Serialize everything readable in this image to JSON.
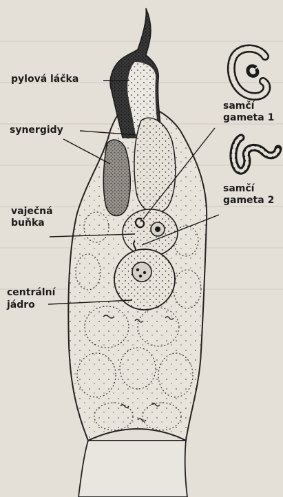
{
  "labels": {
    "pollen_tube": "pylová láčka",
    "synergids": "synergidy",
    "male_gamete_1_line1": "samčí",
    "male_gamete_1_line2": "gameta 1",
    "male_gamete_2_line1": "samčí",
    "male_gamete_2_line2": "gameta 2",
    "egg_cell_line1": "vaječná",
    "egg_cell_line2": "buňka",
    "central_nucleus_line1": "centrální",
    "central_nucleus_line2": "jádro"
  },
  "colors": {
    "paper": "#e4e0d8",
    "ink": "#1c1c1c"
  }
}
